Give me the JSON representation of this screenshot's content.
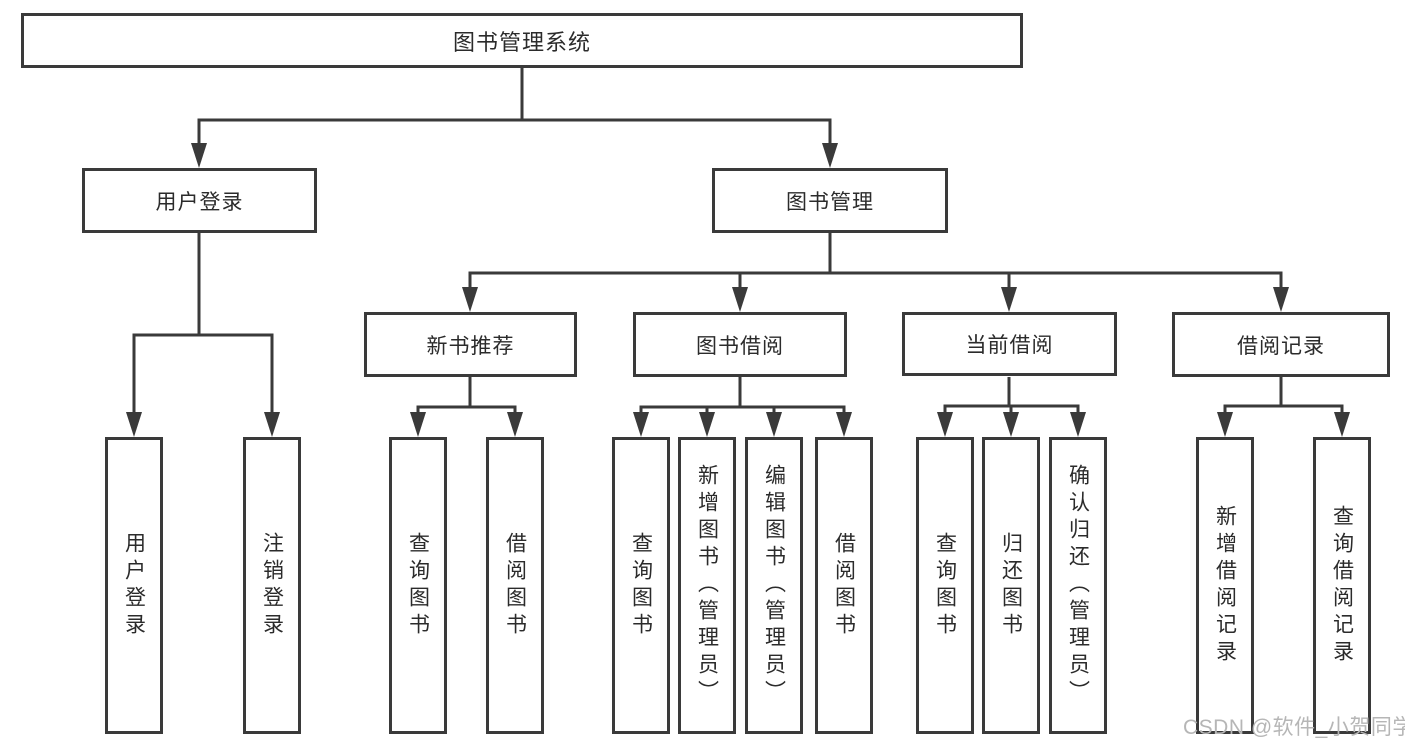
{
  "diagram": {
    "title": "图书管理系统",
    "root": {
      "label": "图书管理系统"
    },
    "branches": [
      {
        "label": "用户登录"
      },
      {
        "label": "图书管理"
      }
    ],
    "modules": [
      {
        "label": "新书推荐"
      },
      {
        "label": "图书借阅"
      },
      {
        "label": "当前借阅"
      },
      {
        "label": "借阅记录"
      }
    ],
    "leaves": [
      {
        "label": "用户登录"
      },
      {
        "label": "注销登录"
      },
      {
        "label": "查询图书"
      },
      {
        "label": "借阅图书"
      },
      {
        "label": "查询图书"
      },
      {
        "label": "新增图书（管理员）"
      },
      {
        "label": "编辑图书（管理员）"
      },
      {
        "label": "借阅图书"
      },
      {
        "label": "查询图书"
      },
      {
        "label": "归还图书"
      },
      {
        "label": "确认归还（管理员）"
      },
      {
        "label": "新增借阅记录"
      },
      {
        "label": "查询借阅记录"
      }
    ]
  },
  "watermark": {
    "text": "CSDN @软件_小贺同学"
  },
  "colors": {
    "line": "#3a3a3a",
    "text": "#2b2b2b",
    "watermark": "#b6b6b6",
    "background": "#ffffff"
  }
}
